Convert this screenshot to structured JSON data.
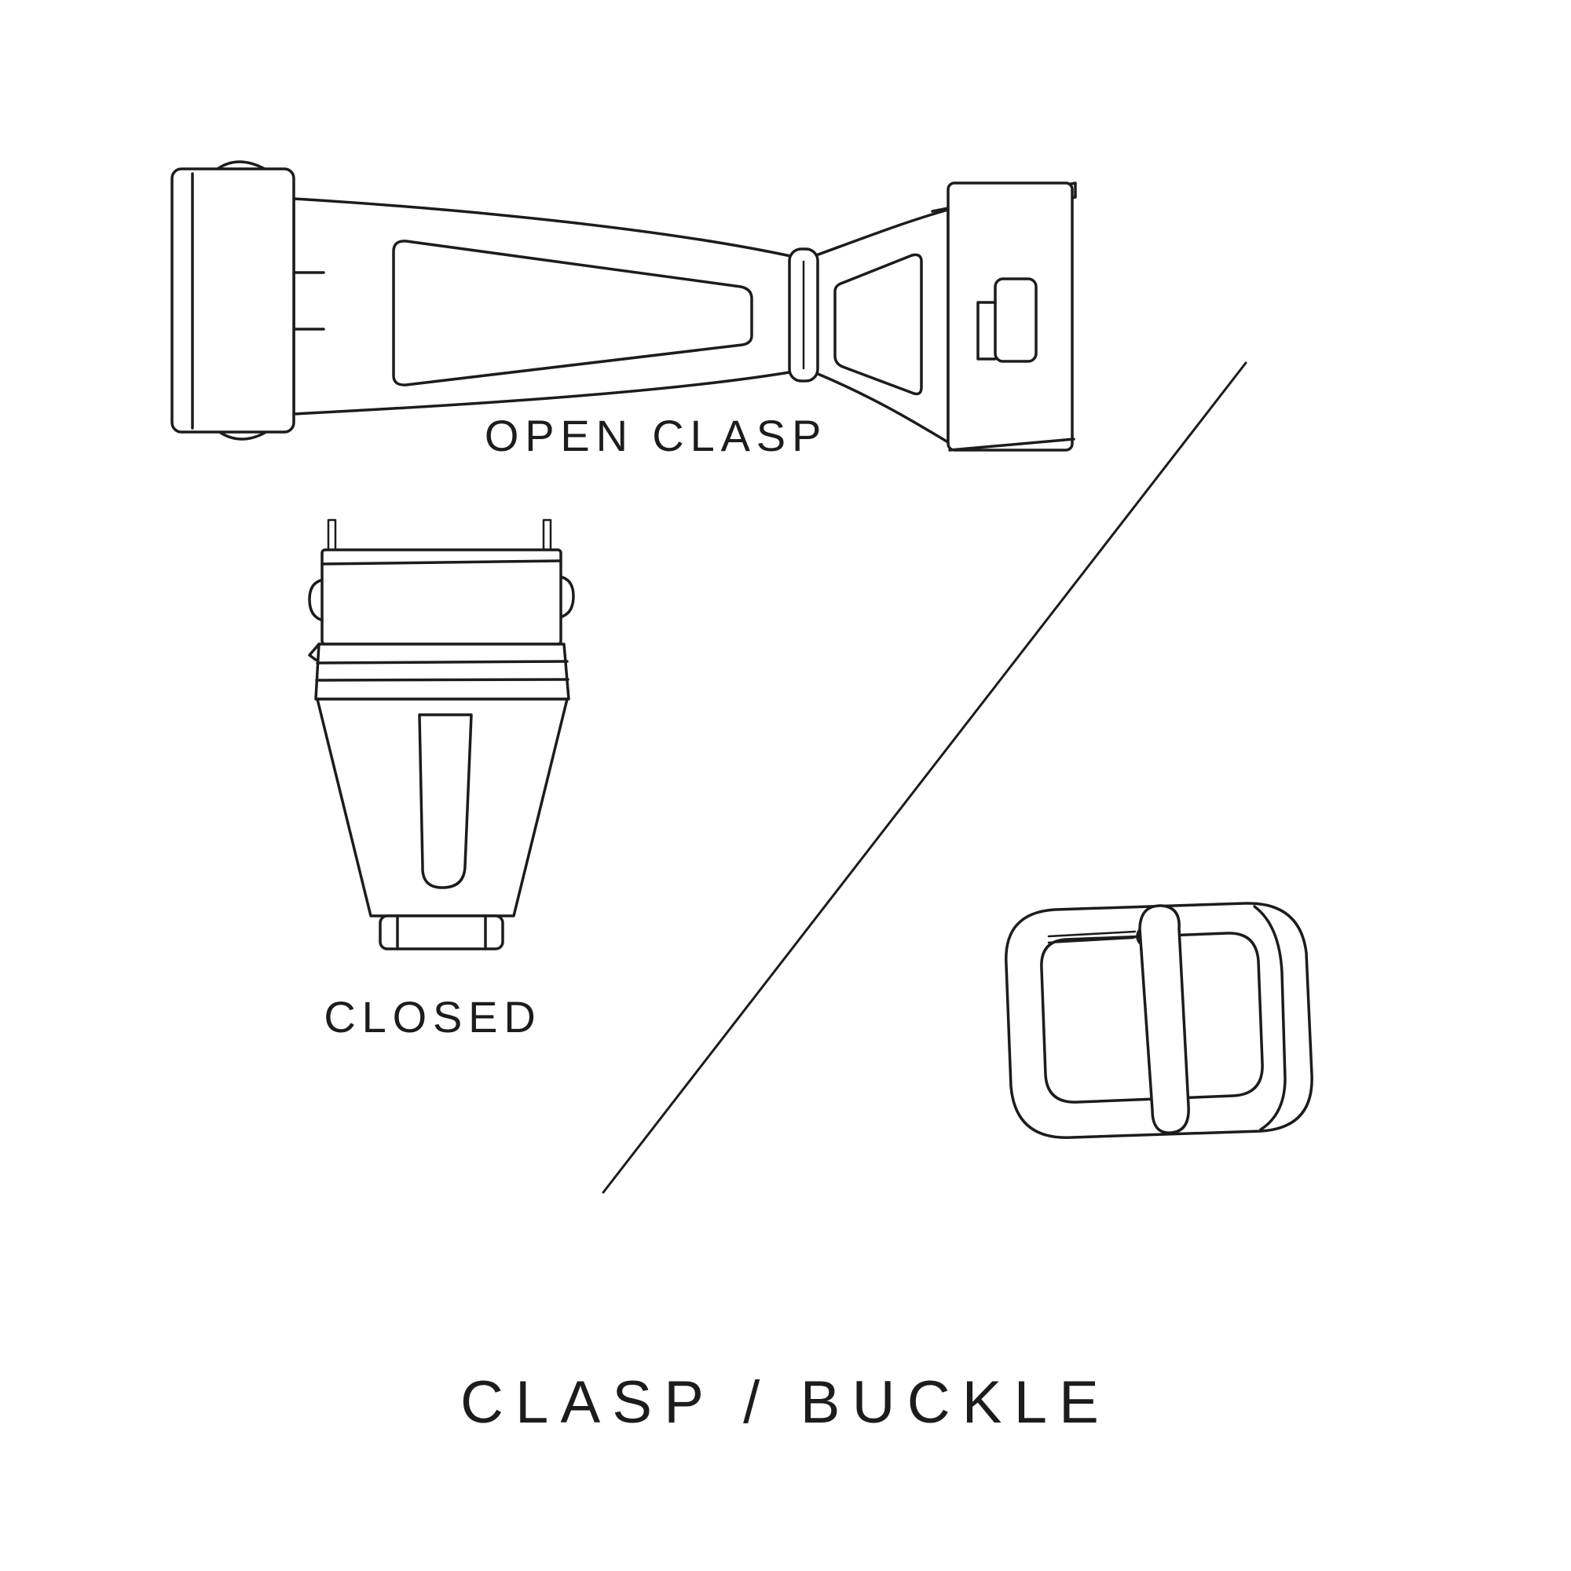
{
  "page": {
    "background_color": "#ffffff",
    "line_color": "#1c1c1c",
    "text_color": "#1c1c1c"
  },
  "diagram": {
    "title": "CLASP / BUCKLE",
    "sections": [
      {
        "name": "open-clasp",
        "label": "OPEN CLASP"
      },
      {
        "name": "closed-clasp",
        "label": "CLOSED"
      },
      {
        "name": "tang-buckle",
        "label": ""
      }
    ]
  }
}
